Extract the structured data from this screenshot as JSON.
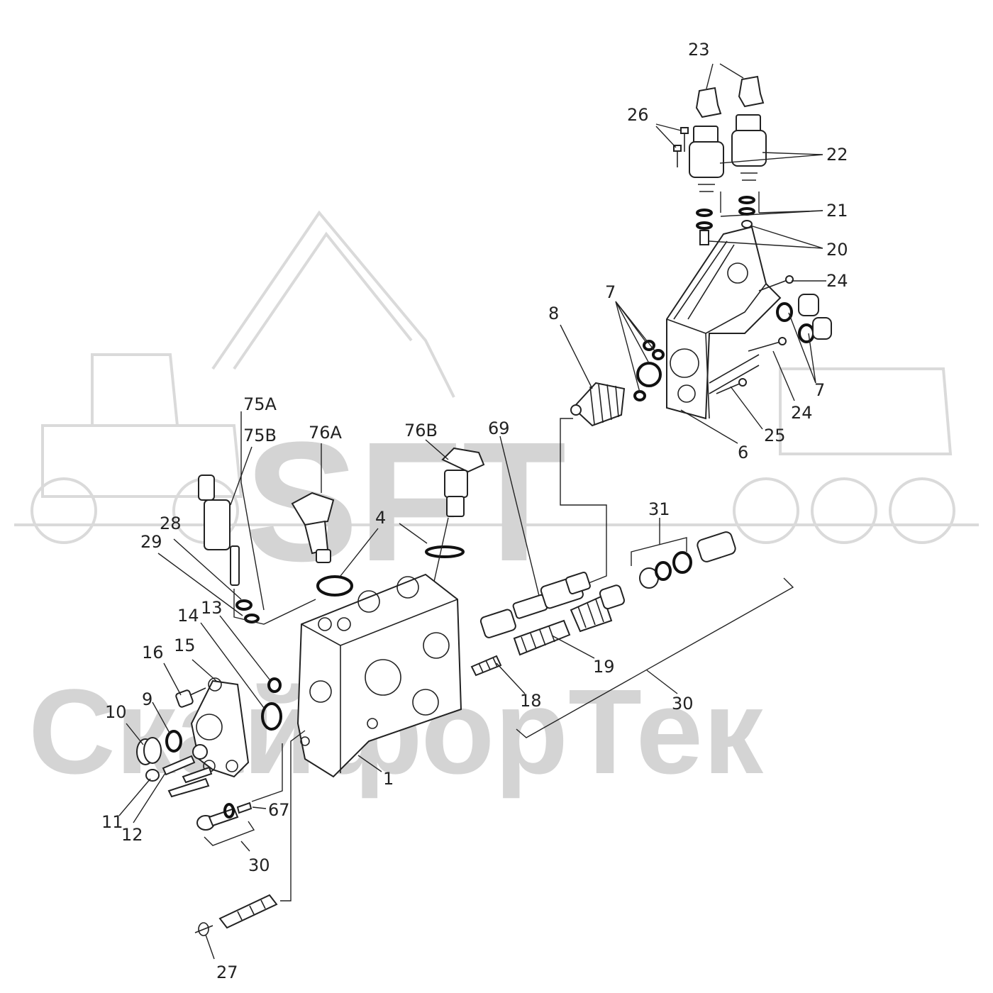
{
  "watermark": {
    "brand": "SFT",
    "company": "СкайфорТек"
  },
  "labels": [
    {
      "id": "23",
      "text": "23"
    },
    {
      "id": "26",
      "text": "26"
    },
    {
      "id": "22",
      "text": "22"
    },
    {
      "id": "21",
      "text": "21"
    },
    {
      "id": "20",
      "text": "20"
    },
    {
      "id": "24a",
      "text": "24"
    },
    {
      "id": "7a",
      "text": "7"
    },
    {
      "id": "8",
      "text": "8"
    },
    {
      "id": "7b",
      "text": "7"
    },
    {
      "id": "24b",
      "text": "24"
    },
    {
      "id": "25",
      "text": "25"
    },
    {
      "id": "6",
      "text": "6"
    },
    {
      "id": "75A",
      "text": "75A"
    },
    {
      "id": "75B",
      "text": "75B"
    },
    {
      "id": "76A",
      "text": "76A"
    },
    {
      "id": "76B",
      "text": "76B"
    },
    {
      "id": "69",
      "text": "69"
    },
    {
      "id": "31",
      "text": "31"
    },
    {
      "id": "4",
      "text": "4"
    },
    {
      "id": "28",
      "text": "28"
    },
    {
      "id": "29",
      "text": "29"
    },
    {
      "id": "13",
      "text": "13"
    },
    {
      "id": "14",
      "text": "14"
    },
    {
      "id": "16",
      "text": "16"
    },
    {
      "id": "15",
      "text": "15"
    },
    {
      "id": "19",
      "text": "19"
    },
    {
      "id": "18",
      "text": "18"
    },
    {
      "id": "30a",
      "text": "30"
    },
    {
      "id": "10",
      "text": "10"
    },
    {
      "id": "9",
      "text": "9"
    },
    {
      "id": "1",
      "text": "1"
    },
    {
      "id": "11",
      "text": "11"
    },
    {
      "id": "12",
      "text": "12"
    },
    {
      "id": "67",
      "text": "67"
    },
    {
      "id": "30b",
      "text": "30"
    },
    {
      "id": "27",
      "text": "27"
    }
  ]
}
